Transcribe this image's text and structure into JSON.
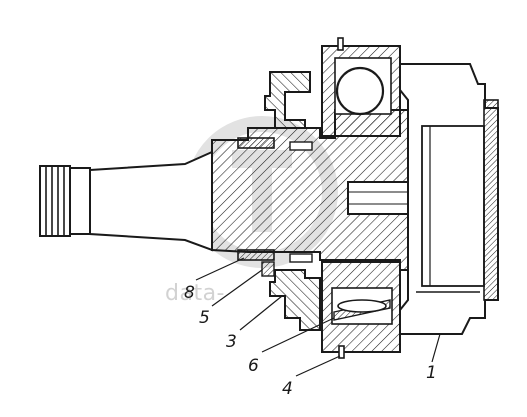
{
  "watermark": {
    "text": "data-"
  },
  "callouts": [
    {
      "id": "8",
      "label": "8"
    },
    {
      "id": "5",
      "label": "5"
    },
    {
      "id": "3",
      "label": "3"
    },
    {
      "id": "6",
      "label": "6"
    },
    {
      "id": "4",
      "label": "4"
    },
    {
      "id": "1",
      "label": "1"
    }
  ],
  "colors": {
    "ink": "#1a1a1a",
    "paper": "#ffffff",
    "watermark": "#d2d2d2"
  }
}
